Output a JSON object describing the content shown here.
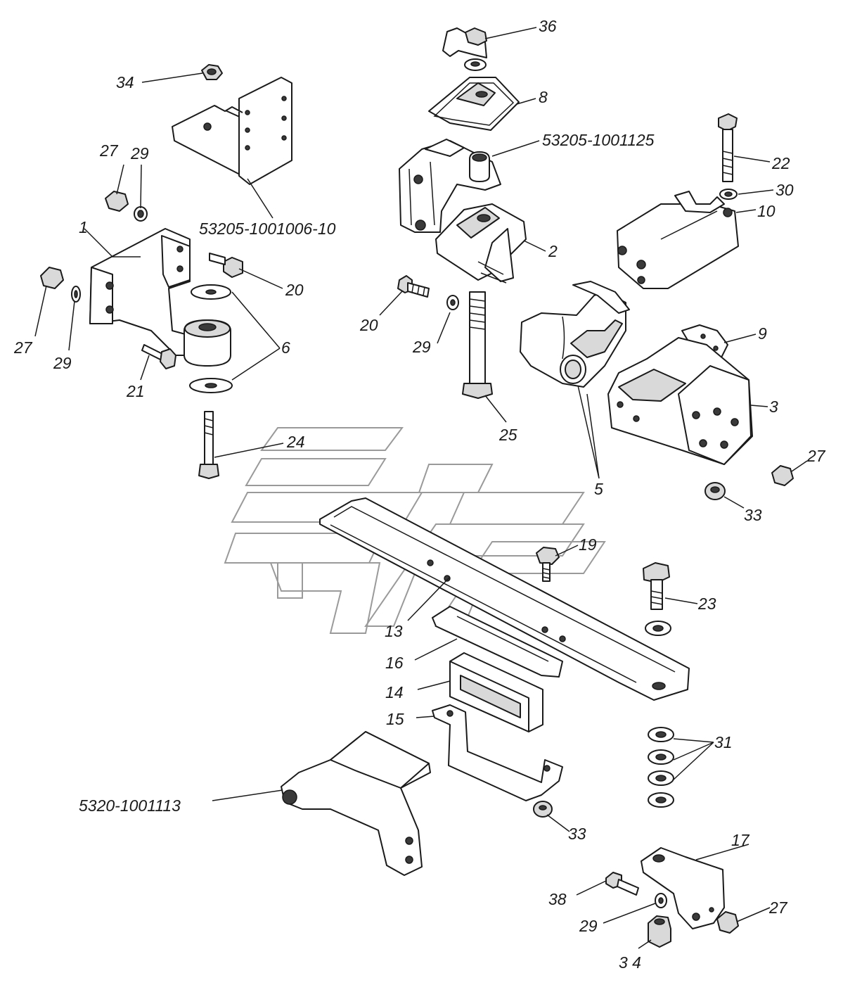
{
  "diagram": {
    "callouts": {
      "c1": "1",
      "c2": "2",
      "c3": "3",
      "c5": "5",
      "c6": "6",
      "c8": "8",
      "c9": "9",
      "c10": "10",
      "c13": "13",
      "c14": "14",
      "c15": "15",
      "c16": "16",
      "c17": "17",
      "c19": "19",
      "c20a": "20",
      "c20b": "20",
      "c21": "21",
      "c22": "22",
      "c23": "23",
      "c24": "24",
      "c25": "25",
      "c27a": "27",
      "c27b": "27",
      "c27c": "27",
      "c27d": "27",
      "c29a": "29",
      "c29b": "29",
      "c29c": "29",
      "c29d": "29",
      "c30": "30",
      "c31": "31",
      "c33a": "33",
      "c33b": "33",
      "c34a": "34",
      "c34b": "3 4",
      "c36": "36",
      "c38": "38",
      "pn_bracket_front": "53205-1001006-10",
      "pn_bracket_top": "53205-1001125",
      "pn_rear_bracket": "5320-1001113"
    }
  }
}
